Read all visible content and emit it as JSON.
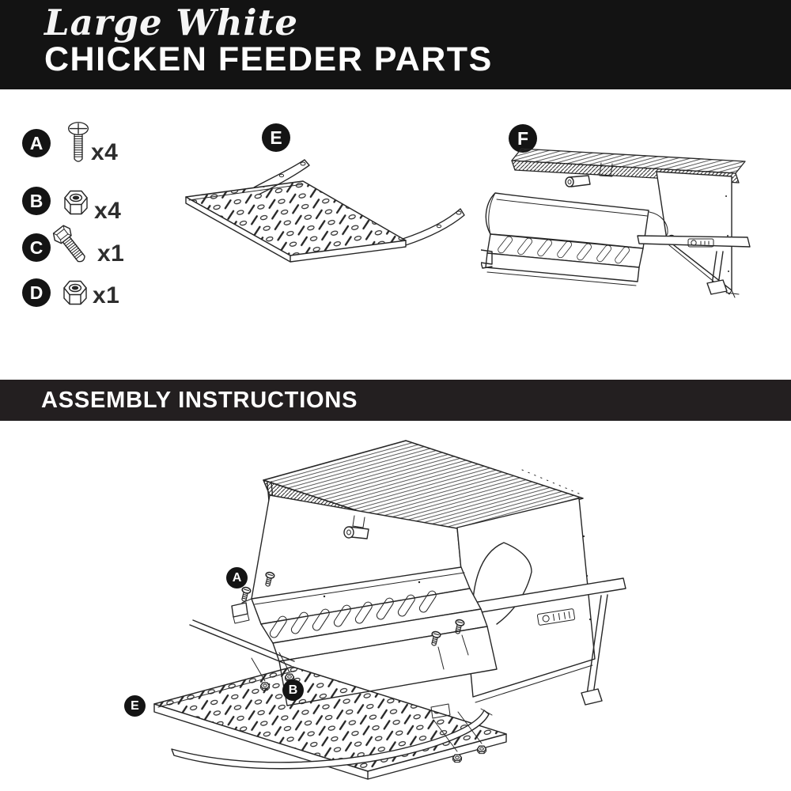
{
  "header": {
    "subtitle_script": "Large White",
    "title": "CHICKEN FEEDER PARTS"
  },
  "hardware": {
    "items": [
      {
        "letter": "A",
        "icon": "phillips-pan-head-screw-icon",
        "qty": "x4"
      },
      {
        "letter": "B",
        "icon": "hex-nut-icon",
        "qty": "x4"
      },
      {
        "letter": "C",
        "icon": "hex-head-bolt-icon",
        "qty": "x1"
      },
      {
        "letter": "D",
        "icon": "hex-nut-icon",
        "qty": "x1"
      }
    ]
  },
  "large_parts": {
    "treadle_plate": {
      "letter": "E",
      "name": "treadle-step-plate"
    },
    "feeder_body": {
      "letter": "F",
      "name": "feeder-body-assembly"
    }
  },
  "assembly_section": {
    "heading": "ASSEMBLY INSTRUCTIONS",
    "callouts": {
      "screws": "A",
      "nuts": "B",
      "treadle_plate": "E"
    }
  },
  "colors": {
    "header_banner": "#131313",
    "section_banner": "#231f20",
    "line_art": "#262626",
    "quantity_text": "#2e2e2e"
  }
}
